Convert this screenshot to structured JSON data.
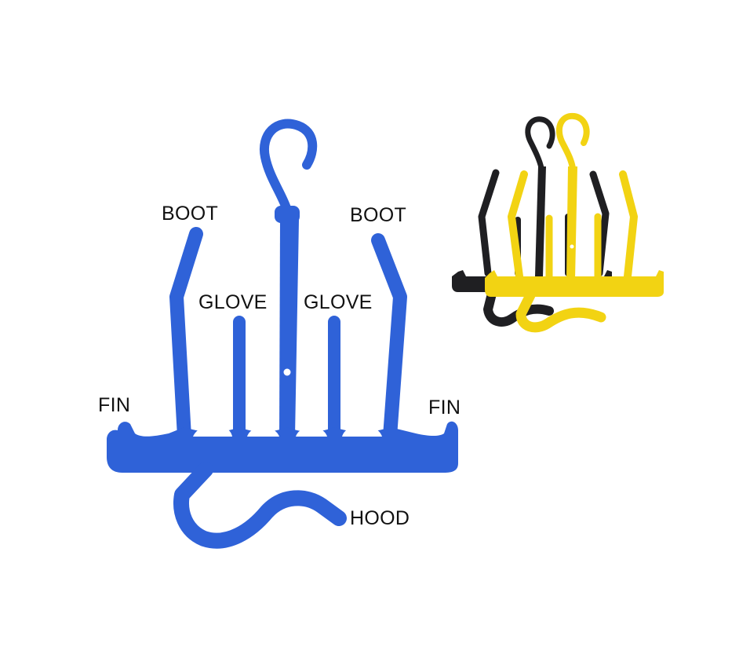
{
  "labels": {
    "boot_left": "BOOT",
    "boot_right": "BOOT",
    "glove_left": "GLOVE",
    "glove_right": "GLOVE",
    "fin_left": "FIN",
    "fin_right": "FIN",
    "hood": "HOOD"
  },
  "colors": {
    "background": "#ffffff",
    "hanger_blue": "#2f62d8",
    "hanger_blue_edge": "#1d47b4",
    "hanger_yellow": "#f2d313",
    "hanger_yellow_edge": "#c9ac00",
    "hanger_black": "#1f1f22",
    "label_text": "#111111"
  }
}
